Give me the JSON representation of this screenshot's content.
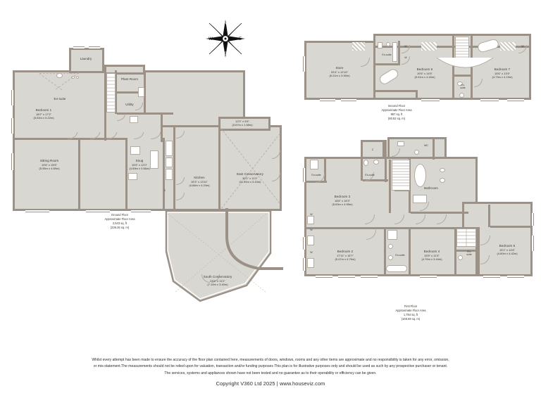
{
  "compass": {
    "n": "N",
    "e": "E",
    "s": "S",
    "w": "W"
  },
  "floors": [
    {
      "id": "ground",
      "caption_name": "Ground Floor",
      "caption_area_label": "Approximate Floor Area",
      "caption_sqft": "2,543 sq. ft",
      "caption_sqm": "(236.26 sq. m)",
      "rooms": [
        {
          "name": "Laundry",
          "imperial": "",
          "metric": ""
        },
        {
          "name": "En-suite",
          "imperial": "",
          "metric": ""
        },
        {
          "name": "Plant Room",
          "imperial": "",
          "metric": ""
        },
        {
          "name": "Utility",
          "imperial": "",
          "metric": ""
        },
        {
          "name": "Bedroom 1",
          "imperial": "18'2\" x 17'2\"",
          "metric": "(5.53m x 5.22m)"
        },
        {
          "name": "Sitting Room",
          "imperial": "19'6\" x 15'5\"",
          "metric": "(5.95m x 4.69m)"
        },
        {
          "name": "Snug",
          "imperial": "15'5\" x 12'0\"",
          "metric": "(4.69m x 3.66m)"
        },
        {
          "name": "Kitchen",
          "imperial": "15'3\" x 13'11\"",
          "metric": "(4.66m x 4.24m)"
        },
        {
          "name": "",
          "imperial": "12'0\" x 5'6\"",
          "metric": "(3.67m x 1.68m)"
        },
        {
          "name": "East Conservatory",
          "imperial": "39'1\" x 11'3\"",
          "metric": "(11.90m x 3.43m)"
        },
        {
          "name": "South Conservatory",
          "imperial": "23'4\" x 11'2\"",
          "metric": "(7.10m x 3.40m)"
        },
        {
          "name": "C",
          "imperial": "",
          "metric": ""
        }
      ]
    },
    {
      "id": "second",
      "caption_name": "Second Floor",
      "caption_area_label": "Approximate Floor Area",
      "caption_sqft": "867 sq. ft",
      "caption_sqm": "(80.52 sq. m)",
      "rooms": [
        {
          "name": "Store",
          "imperial": "20'4\" x 12'10\"",
          "metric": "(6.21m x 3.90m)"
        },
        {
          "name": "Bedroom 6",
          "imperial": "19'5\" x 14'5\"",
          "metric": "(5.91m x 4.40m)"
        },
        {
          "name": "Bedroom 7",
          "imperial": "15'6\" x 13'9\"",
          "metric": "(4.73m x 4.19m)"
        },
        {
          "name": "En-suite",
          "imperial": "",
          "metric": ""
        },
        {
          "name": "En-suite",
          "imperial": "",
          "metric": ""
        },
        {
          "name": "W",
          "imperial": "",
          "metric": ""
        },
        {
          "name": "W",
          "imperial": "",
          "metric": ""
        },
        {
          "name": "W",
          "imperial": "",
          "metric": ""
        }
      ]
    },
    {
      "id": "first",
      "caption_name": "First Floor",
      "caption_area_label": "Approximate Floor Area",
      "caption_sqft": "1,784 sq. ft",
      "caption_sqm": "(165.69 sq. m)",
      "rooms": [
        {
          "name": "C",
          "imperial": "",
          "metric": ""
        },
        {
          "name": "WC",
          "imperial": "",
          "metric": ""
        },
        {
          "name": "En-suite",
          "imperial": "",
          "metric": ""
        },
        {
          "name": "En-suite",
          "imperial": "",
          "metric": ""
        },
        {
          "name": "Bathroom",
          "imperial": "",
          "metric": ""
        },
        {
          "name": "Bedroom 3",
          "imperial": "18'6\" x 16'3\"",
          "metric": "(5.63m x 4.95m)"
        },
        {
          "name": "Bedroom 2",
          "imperial": "17'11\" x 15'7\"",
          "metric": "(5.47m x 4.76m)"
        },
        {
          "name": "Bedroom 4",
          "imperial": "15'5\" x 11'3\"",
          "metric": "(4.70m x 3.44m)"
        },
        {
          "name": "Bedroom 5",
          "imperial": "15'1\" x 14'6\"",
          "metric": "(4.60m x 4.42m)"
        },
        {
          "name": "En-suite",
          "imperial": "",
          "metric": ""
        },
        {
          "name": "En-suite",
          "imperial": "",
          "metric": ""
        },
        {
          "name": "W",
          "imperial": "",
          "metric": ""
        },
        {
          "name": "W",
          "imperial": "",
          "metric": ""
        },
        {
          "name": "W",
          "imperial": "",
          "metric": ""
        }
      ]
    }
  ],
  "footer": {
    "line1": "Whilst every attempt has been made to ensure the accuracy of the floor plan contained here, measurements of doors, windows, rooms and any other items are approximate and no responsibility is taken for any error, omission,",
    "line2": "or mis-statement.The measurements should not be relied upon for valuation, transaction and/or funding purposes This plan is for illustrative purposes only and should be used as such by any prospective purchaser or tenant.",
    "line3": "The services, systems and appliances shown have not been tested and no guarantee as to their operability or efficiency can be given.",
    "copyright": "Copyright V360 Ltd 2025  |  www.houseviz.com"
  },
  "colors": {
    "wall": "#9b9187",
    "floor_fill": "#d9d7d2",
    "text": "#3b3631",
    "background": "#ffffff"
  }
}
